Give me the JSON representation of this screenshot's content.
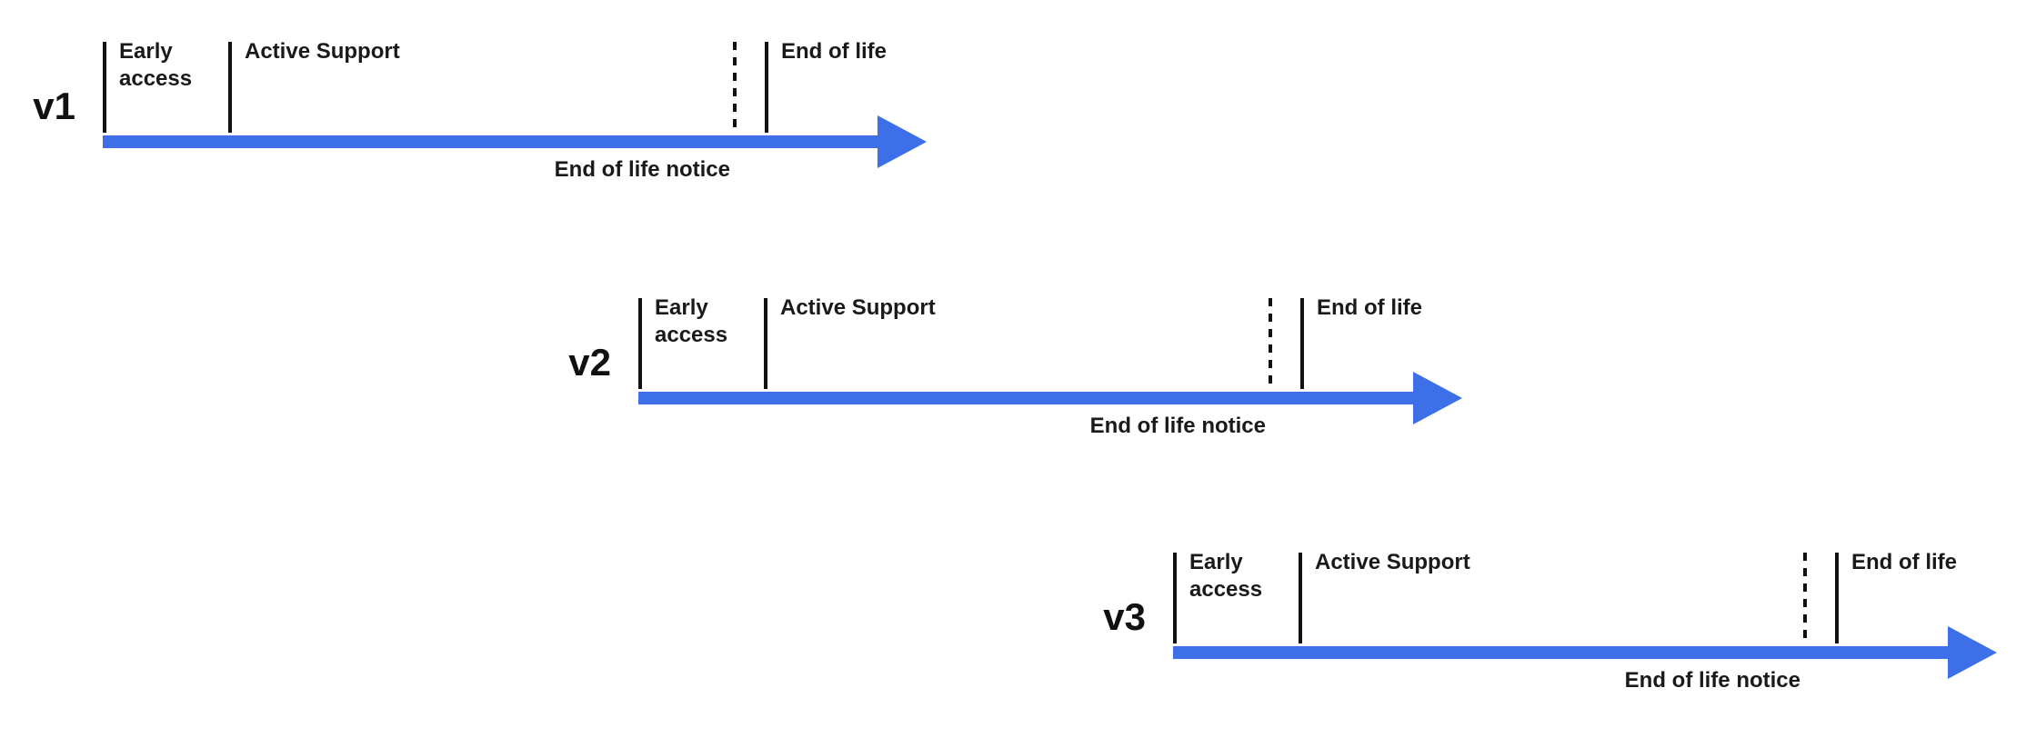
{
  "colors": {
    "arrow": "#3d6fe8",
    "tick": "#111111",
    "text": "#1a1a1a"
  },
  "timelines": [
    {
      "version": "v1",
      "phases": {
        "early_access": "Early access",
        "active_support": "Active Support",
        "end_of_life": "End of life"
      },
      "eol_notice": "End of life notice"
    },
    {
      "version": "v2",
      "phases": {
        "early_access": "Early access",
        "active_support": "Active Support",
        "end_of_life": "End of life"
      },
      "eol_notice": "End of life notice"
    },
    {
      "version": "v3",
      "phases": {
        "early_access": "Early access",
        "active_support": "Active Support",
        "end_of_life": "End of life"
      },
      "eol_notice": "End of life notice"
    }
  ]
}
